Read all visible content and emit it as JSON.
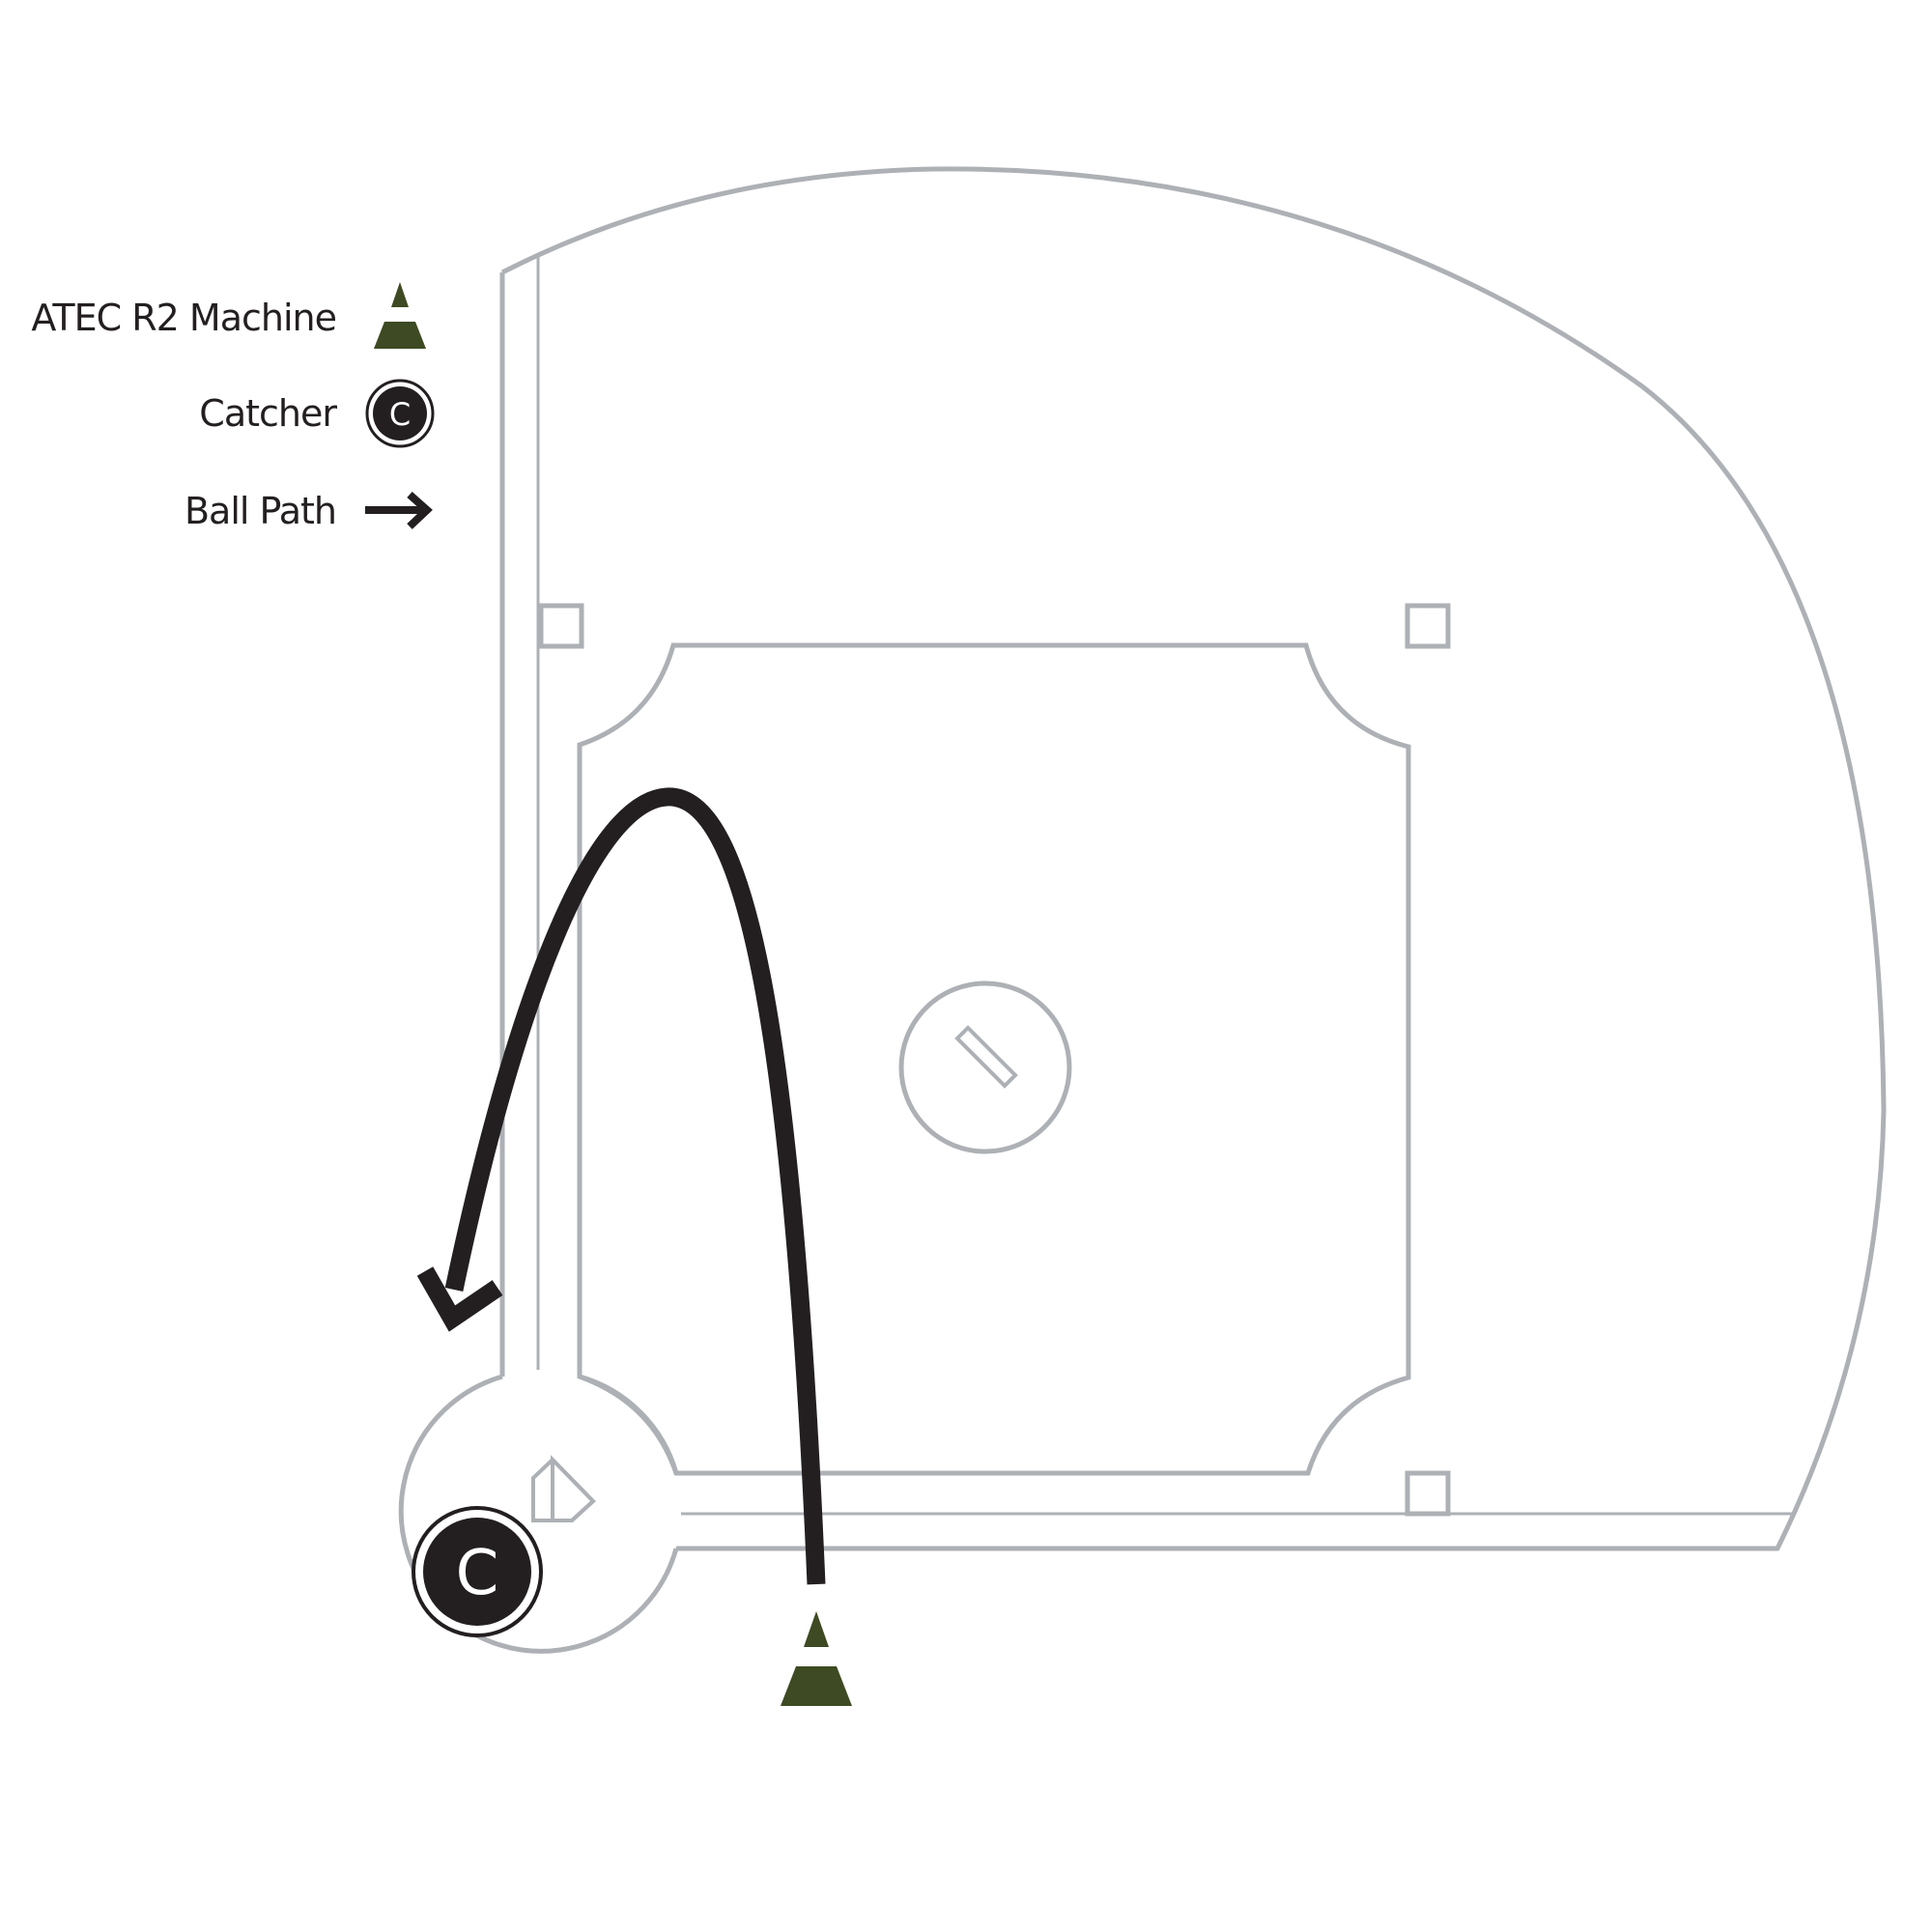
{
  "legend": {
    "machine_label": "ATEC R2 Machine",
    "catcher_label": "Catcher",
    "ball_path_label": "Ball Path",
    "catcher_letter": "C"
  },
  "players": {
    "catcher_letter": "C"
  },
  "icons": {
    "machine": "cone-triangle-icon",
    "catcher": "catcher-circle-icon",
    "ball_path": "arrow-right-icon"
  },
  "colors": {
    "field_line": "#adb1b5",
    "path": "#231f20",
    "machine": "#3d4a23",
    "text": "#231f20"
  }
}
